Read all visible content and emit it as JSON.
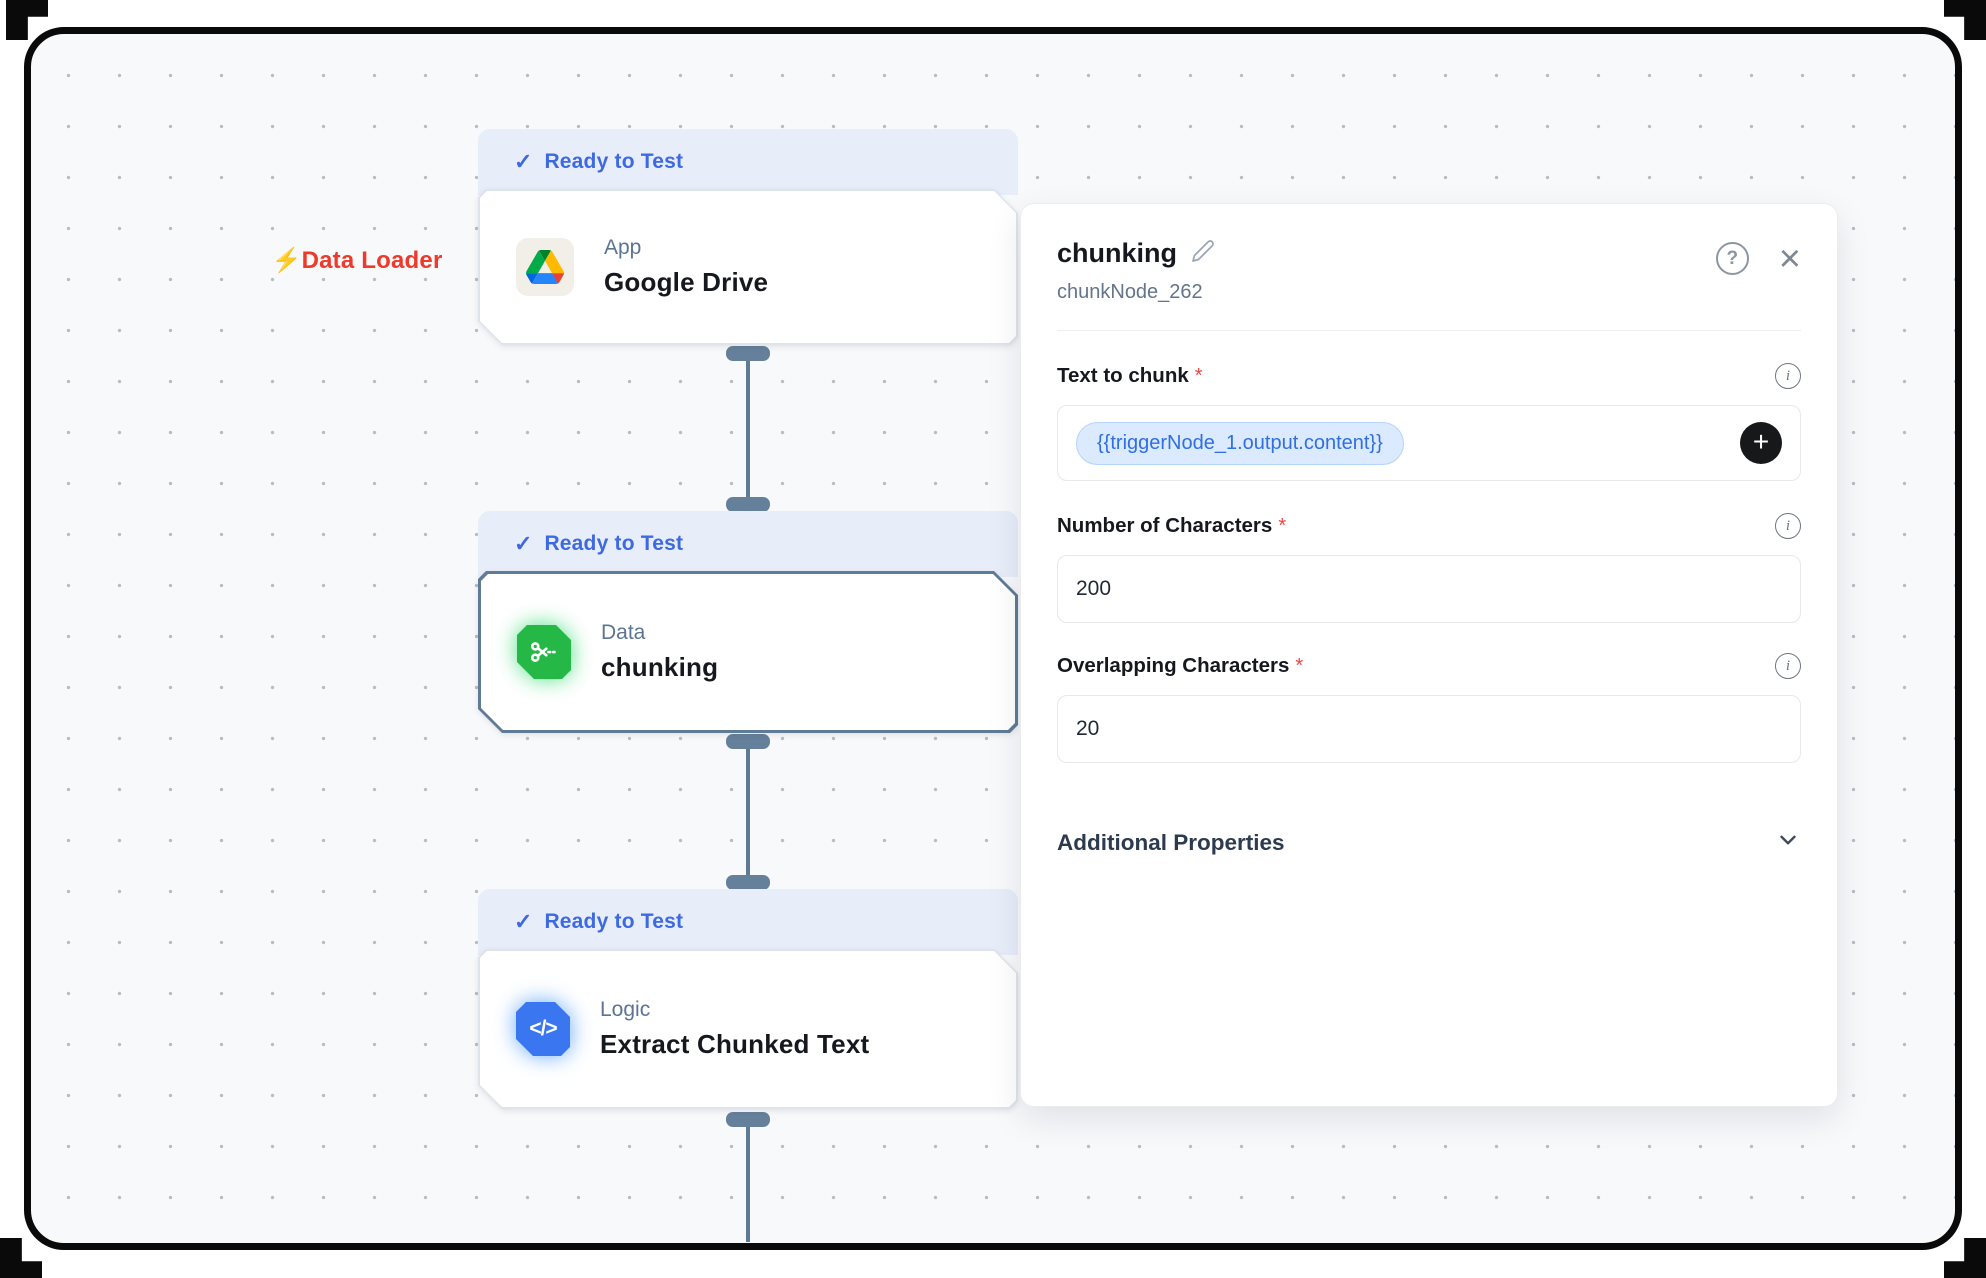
{
  "canvas": {
    "annotation": {
      "label": "Data Loader",
      "bolt_glyph": "⚡",
      "color": "#ee392b"
    },
    "badge_check_glyph": "✓",
    "nodes": [
      {
        "badge": "Ready to Test",
        "category": "App",
        "title": "Google Drive",
        "icon": "google-drive",
        "selected": false
      },
      {
        "badge": "Ready to Test",
        "category": "Data",
        "title": "chunking",
        "icon": "scissors",
        "selected": true
      },
      {
        "badge": "Ready to Test",
        "category": "Logic",
        "title": "Extract Chunked Text",
        "icon": "code",
        "selected": false
      }
    ],
    "code_glyph": "</>"
  },
  "panel": {
    "title": "chunking",
    "node_id": "chunkNode_262",
    "icons": {
      "help": "?",
      "close": "×",
      "plus": "+",
      "info": "i"
    },
    "required_marker": "*",
    "fields": [
      {
        "label": "Text to chunk",
        "required": true,
        "type": "variable-chip",
        "chip_value": "{{triggerNode_1.output.content}}"
      },
      {
        "label": "Number of Characters",
        "required": true,
        "type": "text",
        "value": "200"
      },
      {
        "label": "Overlapping Characters",
        "required": true,
        "type": "text",
        "value": "20"
      }
    ],
    "section": {
      "label": "Additional Properties",
      "collapsed": true
    }
  },
  "colors": {
    "badge_bg": "#e8edfa",
    "badge_text": "#3e6ae1",
    "annotation_red": "#ee392b",
    "selected_border": "#5f7b96",
    "connector": "#5d7b97",
    "green_icon": "#26b847",
    "blue_icon": "#3a76f0",
    "chip_text": "#2f6fe4",
    "chip_bg": "#dbeafe",
    "canvas_bg": "#f8f9fb",
    "required_red": "#ef4444"
  }
}
